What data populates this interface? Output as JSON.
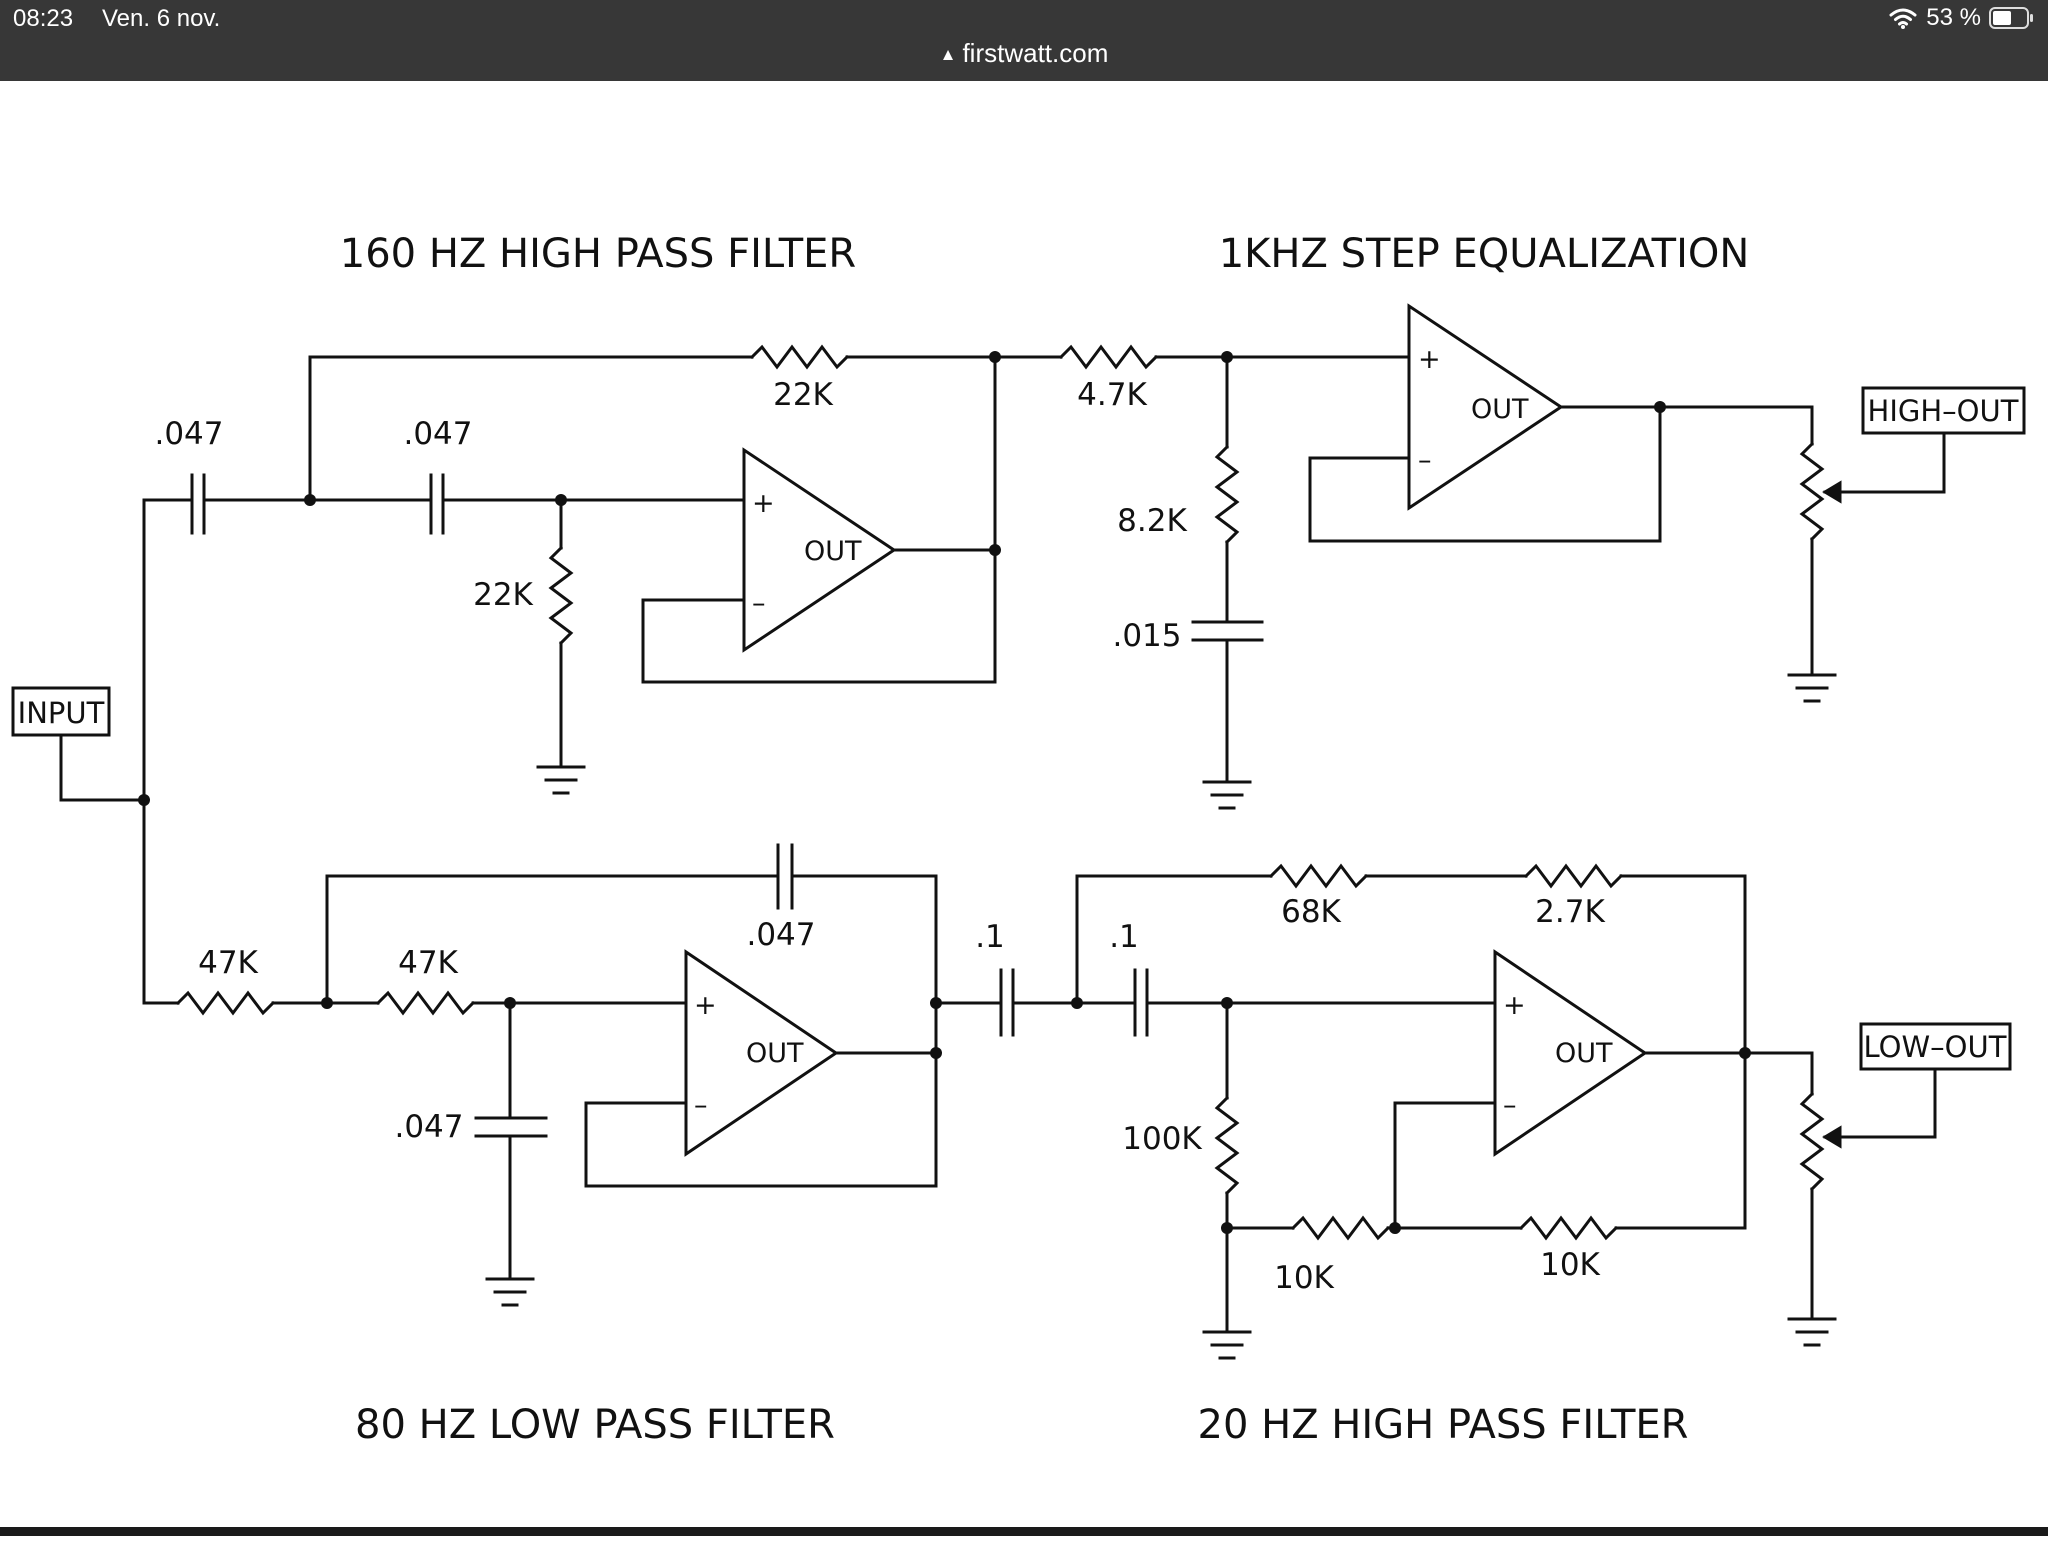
{
  "status_bar": {
    "time": "08:23",
    "date": "Ven. 6 nov.",
    "battery": "53 %",
    "icons": [
      "wifi-icon",
      "battery-icon"
    ],
    "text_color": "#ffffff",
    "background": "#373737"
  },
  "browser": {
    "url": "firstwatt.com",
    "icon": "warning-triangle-icon"
  },
  "schematic": {
    "titles": {
      "high_pass_160": "160 HZ HIGH PASS FILTER",
      "step_eq_1k": "1KHZ STEP EQUALIZATION",
      "low_pass_80": "80 HZ LOW PASS FILTER",
      "high_pass_20": "20 HZ HIGH PASS FILTER"
    },
    "ports": {
      "input": "INPUT",
      "high_out": "HIGH–OUT",
      "low_out": "LOW–OUT"
    },
    "op_amp": {
      "out_label": "OUT",
      "plus_label": "+",
      "minus_label": "–"
    },
    "components": {
      "c_in_160": ".047",
      "c2_160": ".047",
      "r_fb_160": "22K",
      "r_gnd_160": "22K",
      "r_series_eq": "4.7K",
      "r_shunt_eq": "8.2K",
      "c_shunt_eq": ".015",
      "r1_80": "47K",
      "r2_80": "47K",
      "c_fb_80": ".047",
      "c_gnd_80": ".047",
      "c_couple_20": ".1",
      "c2_20": ".1",
      "r_fb1_20": "68K",
      "r_fb2_20": "2.7K",
      "r_gnd_20": "100K",
      "r_a_20": "10K",
      "r_b_20": "10K"
    }
  }
}
